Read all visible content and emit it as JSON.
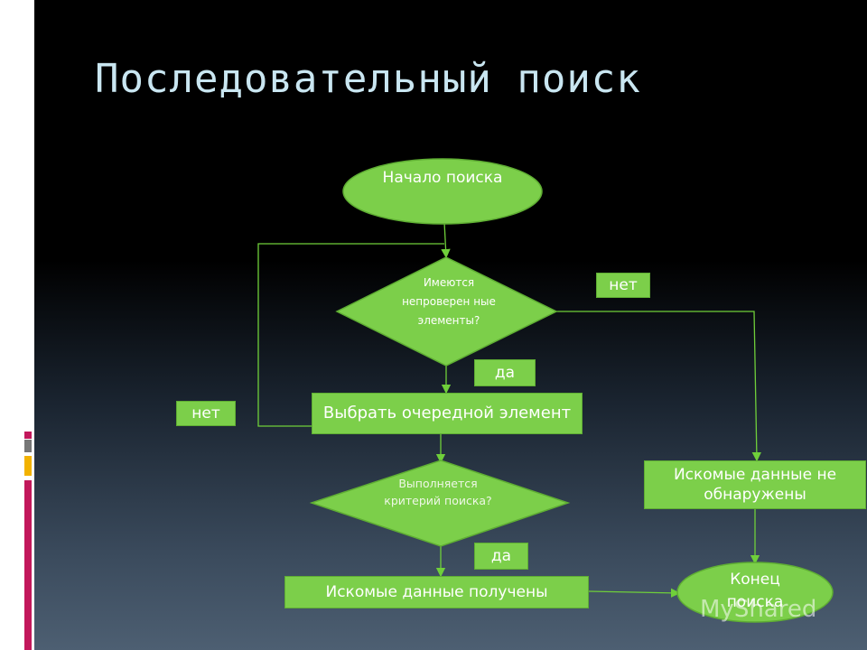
{
  "slide": {
    "title": "Последовательный поиск",
    "start": "Начало поиска",
    "decision1": "Имеются непроверен ные элементы?",
    "process1": "Выбрать очередной элемент",
    "decision2": "Выполняется критерий поиска?",
    "result_found": "Искомые данные получены",
    "result_not_found": "Искомые данные не обнаружены",
    "end": "Конец поиска",
    "label_no_top": "нет",
    "label_yes_1": "да",
    "label_no_left": "нет",
    "label_yes_2": "да",
    "watermark": "MyShared"
  },
  "colors": {
    "shape_fill": "#7ccf4a",
    "title": "#c9e6f1",
    "connector": "#6fcf3a"
  }
}
